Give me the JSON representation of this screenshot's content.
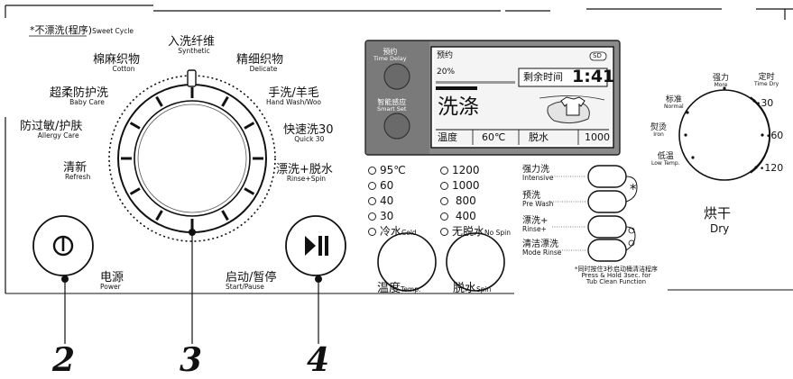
{
  "dial": {
    "sweet_cycle_cn": "*不漂洗(程序)",
    "sweet_cycle_en": "Sweet Cycle",
    "programs": [
      {
        "cn": "入洗纤维",
        "en": "Synthetic"
      },
      {
        "cn": "棉麻织物",
        "en": "Cotton"
      },
      {
        "cn": "精细织物",
        "en": "Delicate"
      },
      {
        "cn": "超柔防护洗",
        "en": "Baby Care"
      },
      {
        "cn": "手洗/羊毛",
        "en": "Hand Wash/Woo"
      },
      {
        "cn": "防过敏/护肤",
        "en": "Allergy Care"
      },
      {
        "cn": "快速洗30",
        "en": "Quick 30"
      },
      {
        "cn": "清新",
        "en": "Refresh"
      },
      {
        "cn": "漂洗+脱水",
        "en": "Rinse+Spin"
      }
    ]
  },
  "buttons": {
    "power_cn": "电源",
    "power_en": "Power",
    "start_cn": "启动/暂停",
    "start_en": "Start/Pause"
  },
  "display": {
    "time_delay_cn": "预约",
    "time_delay_en": "Time Delay",
    "smart_cn": "智能感应",
    "smart_en": "Smart Set",
    "lcd_top_left": "预约",
    "lcd_percent": "20%",
    "lcd_badge": "SD",
    "remaining_label": "剩余时间",
    "remaining_time": "1:41",
    "cycle_state": "洗涤",
    "temp_label": "温度",
    "temp_value": "60℃",
    "spin_label": "脱水",
    "spin_value": "1000"
  },
  "temps": [
    "95℃",
    "60",
    "40",
    "30"
  ],
  "temp_cold": {
    "cn": "冷水",
    "en": "Cold"
  },
  "temp_knob": {
    "cn": "温度",
    "en": "Temp."
  },
  "spins": [
    "1200",
    "1000",
    "800",
    "400"
  ],
  "spin_none": {
    "cn": "无脱水",
    "en": "No Spin"
  },
  "spin_knob": {
    "cn": "脱水",
    "en": "Spin"
  },
  "options": [
    {
      "cn": "强力洗",
      "en": "Intensive"
    },
    {
      "cn": "预洗",
      "en": "Pre Wash"
    },
    {
      "cn": "漂洗+",
      "en": "Rinse+"
    },
    {
      "cn": "清洁漂洗",
      "en": "Mode Rinse"
    }
  ],
  "tub_note": {
    "cn": "*同时按住3秒启动桶清洁程序",
    "en1": "Press & Hold 3sec. for",
    "en2": "Tub Clean Function"
  },
  "dryer": {
    "strong_cn": "强力",
    "strong_en": "More",
    "timed_cn": "定时",
    "timed_en": "Time Dry",
    "normal_cn": "标准",
    "normal_en": "Normal",
    "iron_cn": "熨烫",
    "iron_en": "Iron",
    "low_cn": "低温",
    "low_en": "Low Temp.",
    "minutes": [
      "30",
      "60",
      "120"
    ],
    "title_cn": "烘干",
    "title_en": "Dry"
  },
  "callouts": [
    "2",
    "3",
    "4"
  ]
}
